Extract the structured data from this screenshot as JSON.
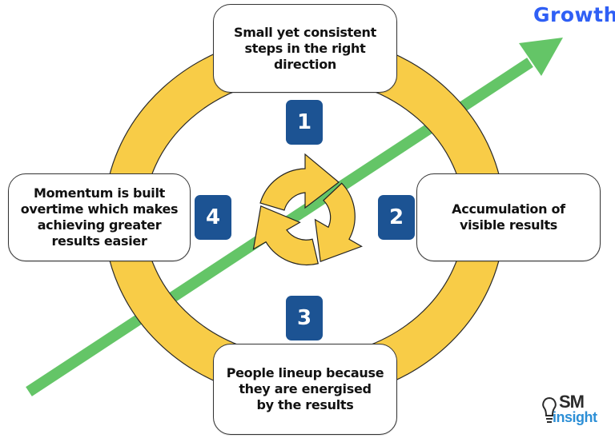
{
  "title": "Growth",
  "colors": {
    "ring": "#f8cc47",
    "arrow": "#64c567",
    "badge": "#1c5393",
    "growth_text": "#2f5ff5",
    "logo_insight": "#2d8fd6"
  },
  "steps": [
    {
      "number": "1",
      "text": "Small yet consistent\nsteps in the right\ndirection"
    },
    {
      "number": "2",
      "text": "Accumulation of\nvisible results"
    },
    {
      "number": "3",
      "text": "People lineup because\nthey are energised\nby the results"
    },
    {
      "number": "4",
      "text": "Momentum is built\novertime which makes\nachieving greater\nresults easier"
    }
  ],
  "center_icon": "cycle-arrows-icon",
  "logo": {
    "line1": "SM",
    "line2": "insight"
  }
}
